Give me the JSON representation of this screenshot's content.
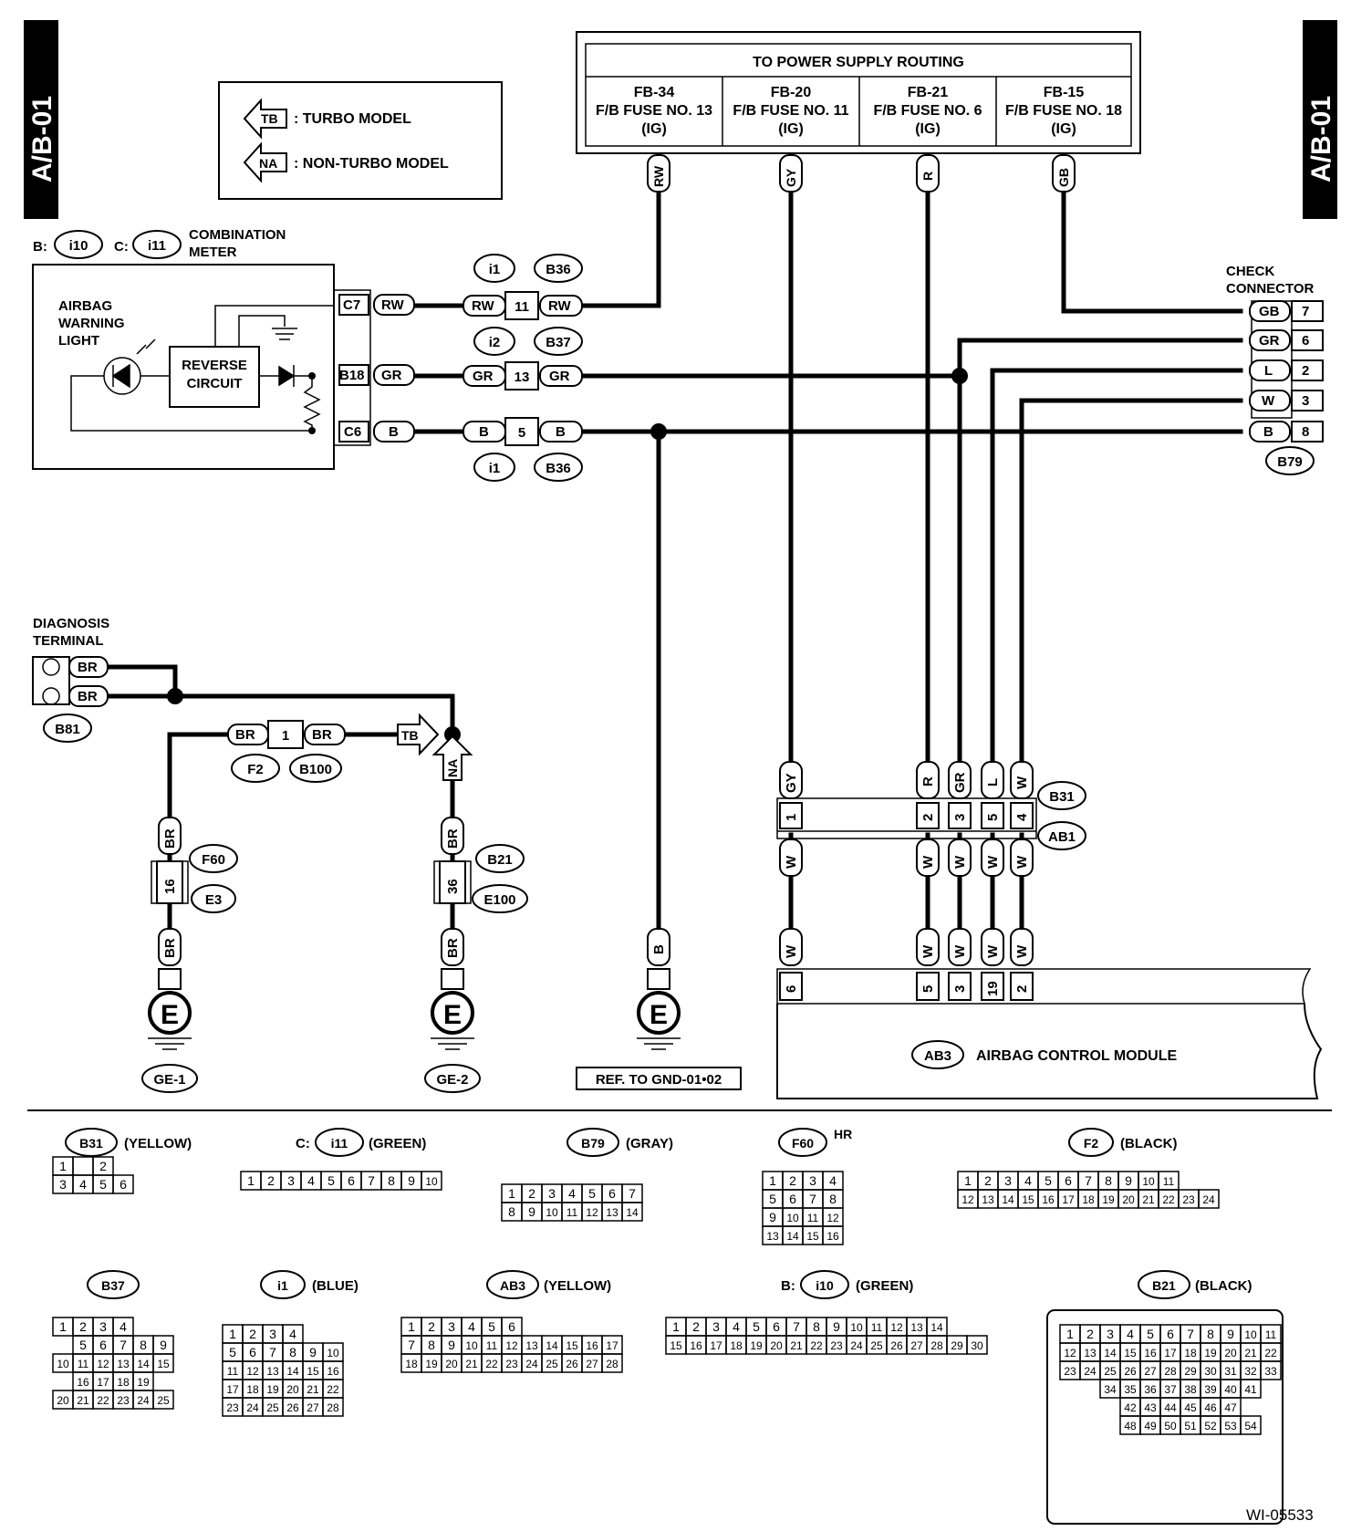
{
  "page_code": "A/B-01",
  "figure_id": "WI-05533",
  "legend": {
    "tb_tag": "TB",
    "tb_text": ": TURBO MODEL",
    "na_tag": "NA",
    "na_text": ": NON-TURBO MODEL"
  },
  "power_supply": {
    "title": "TO POWER SUPPLY ROUTING",
    "fuses": [
      {
        "id": "FB-34",
        "fuse": "F/B FUSE NO. 13",
        "ig": "(IG)",
        "wire": "RW"
      },
      {
        "id": "FB-20",
        "fuse": "F/B FUSE NO. 11",
        "ig": "(IG)",
        "wire": "GY"
      },
      {
        "id": "FB-21",
        "fuse": "F/B FUSE NO. 6",
        "ig": "(IG)",
        "wire": "R"
      },
      {
        "id": "FB-15",
        "fuse": "F/B FUSE NO. 18",
        "ig": "(IG)",
        "wire": "GB"
      }
    ]
  },
  "meter": {
    "b_label": "B:",
    "b_conn": "i10",
    "c_label": "C:",
    "c_conn": "i11",
    "title_1": "COMBINATION",
    "title_2": "METER",
    "warning_1": "AIRBAG",
    "warning_2": "WARNING",
    "warning_3": "LIGHT",
    "reverse_1": "REVERSE",
    "reverse_2": "CIRCUIT",
    "pins": [
      {
        "pin": "C7",
        "wire": "RW"
      },
      {
        "pin": "B18",
        "wire": "GR"
      },
      {
        "pin": "C6",
        "wire": "B"
      }
    ]
  },
  "joints": [
    {
      "left": "RW",
      "num": "11",
      "right": "RW",
      "c1": "i1",
      "c2": "B36"
    },
    {
      "left": "GR",
      "num": "13",
      "right": "GR",
      "c1": "i2",
      "c2": "B37"
    },
    {
      "left": "B",
      "num": "5",
      "right": "B",
      "c1": "i1",
      "c2": "B36"
    }
  ],
  "check_connector": {
    "title_1": "CHECK",
    "title_2": "CONNECTOR",
    "id": "B79",
    "pins": [
      {
        "wire": "GB",
        "pin": "7"
      },
      {
        "wire": "GR",
        "pin": "6"
      },
      {
        "wire": "L",
        "pin": "2"
      },
      {
        "wire": "W",
        "pin": "3"
      },
      {
        "wire": "B",
        "pin": "8"
      }
    ]
  },
  "diagnosis": {
    "title_1": "DIAGNOSIS",
    "title_2": "TERMINAL",
    "wire": "BR",
    "id": "B81",
    "joint": {
      "left": "BR",
      "num": "1",
      "right": "BR",
      "c1": "F2",
      "c2": "B100"
    }
  },
  "grounds": [
    {
      "wire": "BR",
      "pin": "16",
      "c1": "F60",
      "c2": "E3",
      "label": "GE-1",
      "sym": "E"
    },
    {
      "wire": "BR",
      "pin": "36",
      "c1": "B21",
      "c2": "E100",
      "label": "GE-2",
      "sym": "E"
    },
    {
      "wire": "B",
      "label": "REF. TO GND-01•02",
      "sym": "E"
    }
  ],
  "ab1": {
    "c1": "B31",
    "c2": "AB1",
    "pins": [
      {
        "top": "GY",
        "pin": "1",
        "bottom": "W"
      },
      {
        "top": "R",
        "pin": "2",
        "bottom": "W"
      },
      {
        "top": "GR",
        "pin": "3",
        "bottom": "W"
      },
      {
        "top": "L",
        "pin": "5",
        "bottom": "W"
      },
      {
        "top": "W",
        "pin": "4",
        "bottom": "W"
      }
    ]
  },
  "module": {
    "id": "AB3",
    "name": "AIRBAG CONTROL MODULE",
    "pins": [
      {
        "wire": "W",
        "pin": "6"
      },
      {
        "wire": "W",
        "pin": "5"
      },
      {
        "wire": "W",
        "pin": "3"
      },
      {
        "wire": "W",
        "pin": "19"
      },
      {
        "wire": "W",
        "pin": "2"
      }
    ]
  },
  "connector_views": [
    {
      "prefix": "",
      "id": "B31",
      "color": "(YELLOW)",
      "rows": [
        [
          "1",
          "",
          "2"
        ],
        [
          "3",
          "4",
          "5",
          "6"
        ]
      ]
    },
    {
      "prefix": "C:",
      "id": "i11",
      "color": "(GREEN)",
      "rows": [
        [
          "1",
          "2",
          "3",
          "4",
          "5",
          "6",
          "7",
          "8",
          "9",
          "10"
        ]
      ]
    },
    {
      "prefix": "",
      "id": "B79",
      "color": "(GRAY)",
      "rows": [
        [
          "1",
          "2",
          "3",
          "4",
          "5",
          "6",
          "7"
        ],
        [
          "8",
          "9",
          "10",
          "11",
          "12",
          "13",
          "14"
        ]
      ]
    },
    {
      "prefix": "",
      "id": "F60",
      "color": "HR",
      "rows": [
        [
          "1",
          "2",
          "3",
          "4"
        ],
        [
          "5",
          "6",
          "7",
          "8"
        ],
        [
          "9",
          "10",
          "11",
          "12"
        ],
        [
          "13",
          "14",
          "15",
          "16"
        ]
      ]
    },
    {
      "prefix": "",
      "id": "F2",
      "color": "(BLACK)",
      "rows": [
        [
          "1",
          "2",
          "3",
          "4",
          "5",
          "6",
          "7",
          "8",
          "9",
          "10",
          "11"
        ],
        [
          "12",
          "13",
          "14",
          "15",
          "16",
          "17",
          "18",
          "19",
          "20",
          "21",
          "22",
          "23",
          "24"
        ]
      ]
    },
    {
      "prefix": "",
      "id": "B37",
      "color": "",
      "rows": [
        [
          "1",
          "2",
          "3",
          "4"
        ],
        [
          "5",
          "6",
          "7",
          "8",
          "9"
        ],
        [
          "10",
          "11",
          "12",
          "13",
          "14",
          "15"
        ],
        [
          "16",
          "17",
          "18",
          "19"
        ],
        [
          "20",
          "21",
          "22",
          "23",
          "24",
          "25"
        ]
      ]
    },
    {
      "prefix": "",
      "id": "i1",
      "color": "(BLUE)",
      "rows": [
        [
          "1",
          "2",
          "3",
          "4"
        ],
        [
          "5",
          "6",
          "7",
          "8",
          "9",
          "10"
        ],
        [
          "11",
          "12",
          "13",
          "14",
          "15",
          "16"
        ],
        [
          "17",
          "18",
          "19",
          "20",
          "21",
          "22"
        ],
        [
          "23",
          "24",
          "25",
          "26",
          "27",
          "28"
        ]
      ]
    },
    {
      "prefix": "",
      "id": "AB3",
      "color": "(YELLOW)",
      "rows": [
        [
          "1",
          "2",
          "3",
          "4",
          "5",
          "6"
        ],
        [
          "7",
          "8",
          "9",
          "10",
          "11",
          "12",
          "13",
          "14",
          "15",
          "16",
          "17"
        ],
        [
          "18",
          "19",
          "20",
          "21",
          "22",
          "23",
          "24",
          "25",
          "26",
          "27",
          "28"
        ]
      ]
    },
    {
      "prefix": "B:",
      "id": "i10",
      "color": "(GREEN)",
      "rows": [
        [
          "1",
          "2",
          "3",
          "4",
          "5",
          "6",
          "7",
          "8",
          "9",
          "10",
          "11",
          "12",
          "13",
          "14"
        ],
        [
          "15",
          "16",
          "17",
          "18",
          "19",
          "20",
          "21",
          "22",
          "23",
          "24",
          "25",
          "26",
          "27",
          "28",
          "29",
          "30"
        ]
      ]
    },
    {
      "prefix": "",
      "id": "B21",
      "color": "(BLACK)",
      "rows": [
        [
          "1",
          "2",
          "3",
          "4",
          "5",
          "6",
          "7",
          "8",
          "9",
          "10",
          "11"
        ],
        [
          "12",
          "13",
          "14",
          "15",
          "16",
          "17",
          "18",
          "19",
          "20",
          "21",
          "22"
        ],
        [
          "23",
          "24",
          "25",
          "26",
          "27",
          "28",
          "29",
          "30",
          "31",
          "32",
          "33"
        ],
        [
          "34",
          "35",
          "36",
          "37",
          "38",
          "39",
          "40",
          "41"
        ],
        [
          "42",
          "43",
          "44",
          "45",
          "46",
          "47"
        ],
        [
          "48",
          "49",
          "50",
          "51",
          "52",
          "53",
          "54"
        ]
      ]
    }
  ]
}
